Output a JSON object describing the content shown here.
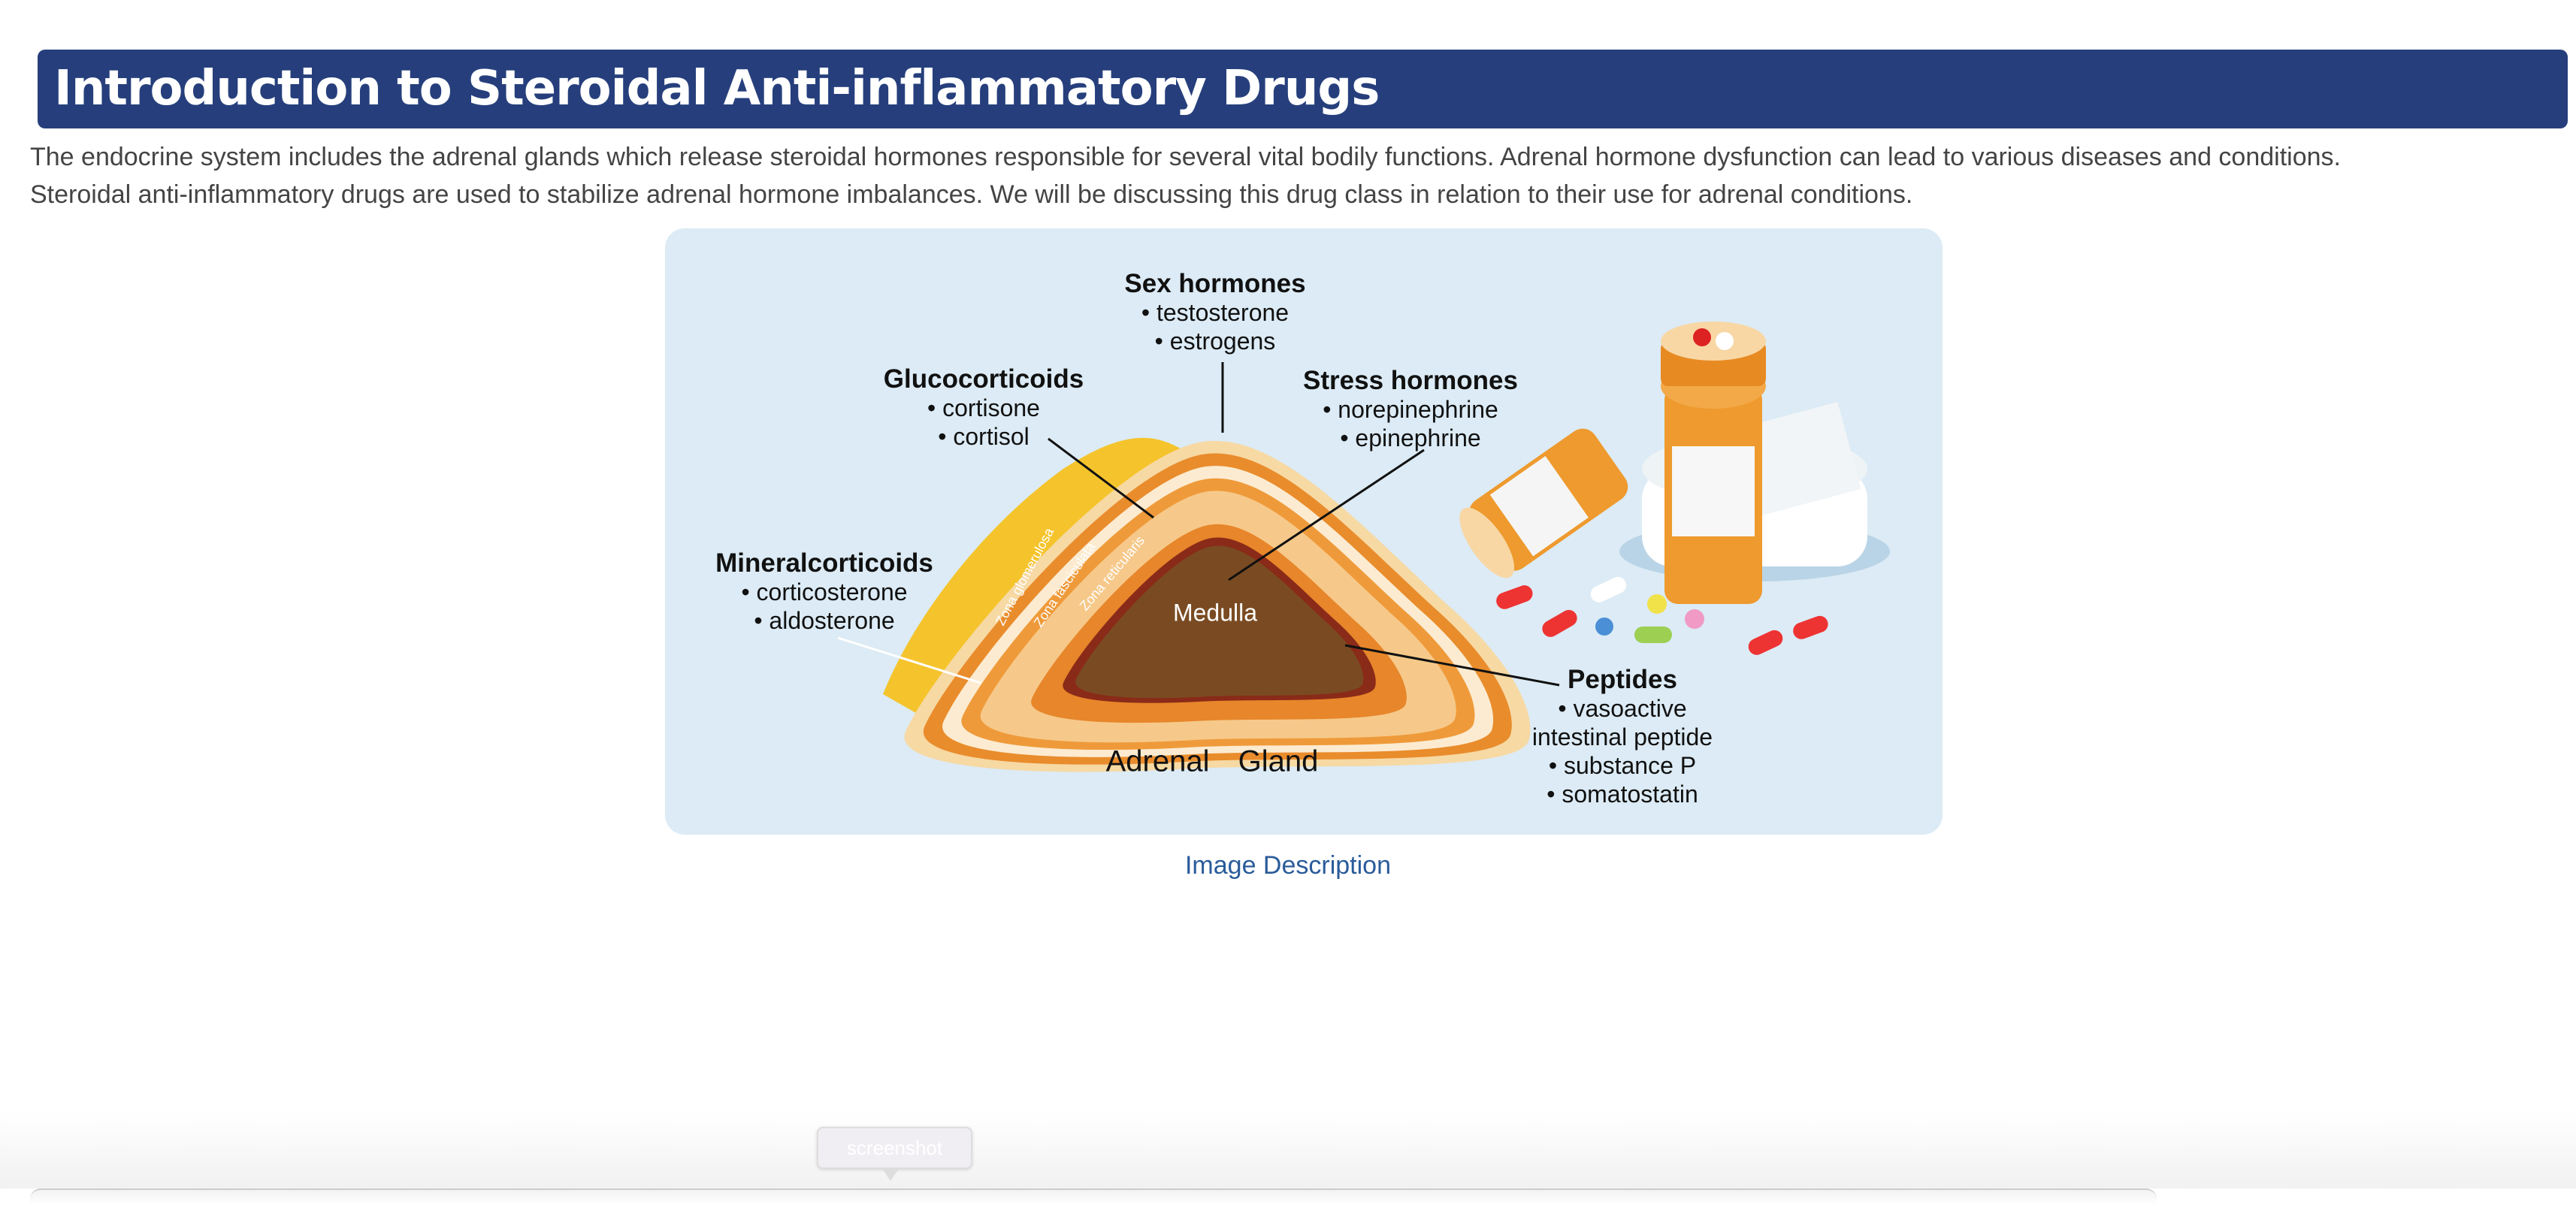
{
  "header": {
    "title": "Introduction to Steroidal Anti-inflammatory Drugs"
  },
  "intro": {
    "line1": "The endocrine system includes the adrenal glands which release steroidal hormones responsible for several vital bodily functions. Adrenal hormone dysfunction can lead to various diseases and conditions.",
    "line2": "Steroidal anti-inflammatory drugs are used to stabilize adrenal hormone imbalances. We will be discussing this drug class in relation to their use for adrenal conditions."
  },
  "figure": {
    "sex_hormones": {
      "title": "Sex hormones",
      "items": [
        "• testosterone",
        "• estrogens"
      ]
    },
    "glucocorticoids": {
      "title": "Glucocorticoids",
      "items": [
        "• cortisone",
        "• cortisol"
      ]
    },
    "stress_hormones": {
      "title": "Stress hormones",
      "items": [
        "• norepinephrine",
        "• epinephrine"
      ]
    },
    "mineralcorticoids": {
      "title": "Mineralcorticoids",
      "items": [
        "• corticosterone",
        "• aldosterone"
      ]
    },
    "peptides": {
      "title": "Peptides",
      "items": [
        "• vasoactive",
        "intestinal peptide",
        "• substance P",
        "• somatostatin"
      ]
    },
    "zones": [
      "Zona glomerulosa",
      "Zona fasciculata",
      "Zona reticularis"
    ],
    "medulla": "Medulla",
    "gland_title": "Adrenal  Gland"
  },
  "image_description": "Image Description",
  "tooltip": "screenshot",
  "colors": {
    "header_bg": "#263f7c",
    "figure_bg": "#dcebf5",
    "link": "#2a5b9a"
  }
}
